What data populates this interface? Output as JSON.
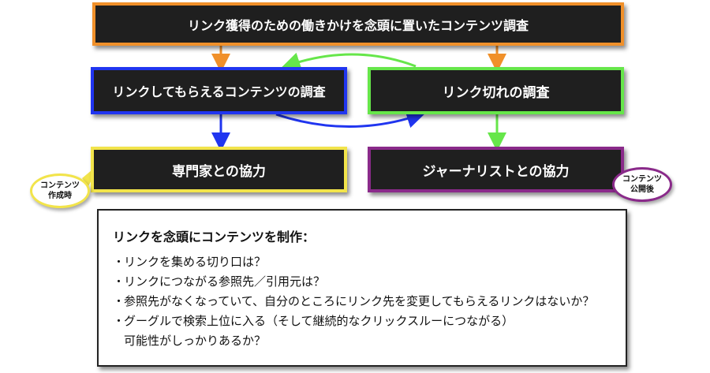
{
  "boxes": {
    "top": "リンク獲得のための働きかけを念頭に置いたコンテンツ調査",
    "link_contents": "リンクしてもらえるコンテンツの調査",
    "broken_link": "リンク切れの調査",
    "expert": "専門家との協力",
    "journalist": "ジャーナリストとの協力"
  },
  "bubbles": {
    "left_line1": "コンテンツ",
    "left_line2": "作成時",
    "right_line1": "コンテンツ",
    "right_line2": "公開後"
  },
  "panel": {
    "heading": "リンクを念頭にコンテンツを制作：",
    "bullet": "・",
    "items": [
      "リンクを集める切り口は？",
      "リンクにつながる参照先／引用元は？",
      "参照先がなくなっていて、自分のところにリンク先を変更してもらえるリンクはないか？",
      "グーグルで検索上位に入る（そして継続的なクリックスルーにつながる）"
    ],
    "continuation": "可能性がしっかりあるか？"
  },
  "colors": {
    "orange": "#f0902a",
    "blue": "#2035f0",
    "green": "#66e64a",
    "yellow": "#f2e44a",
    "purple": "#8a2a8a",
    "box_fill": "#1f1f1f"
  }
}
